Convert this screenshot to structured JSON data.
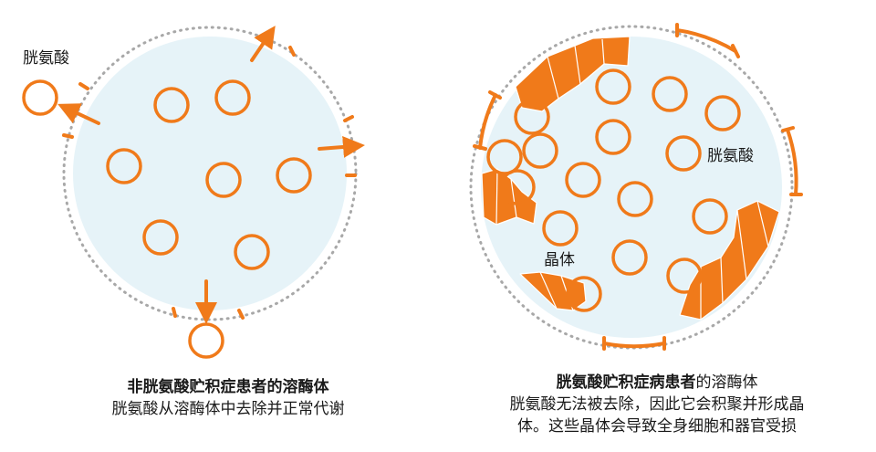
{
  "colors": {
    "orange": "#f07a1a",
    "lysosome_fill": "#e6f3f8",
    "membrane_dots": "#a8a8a8",
    "text": "#1a1a1a"
  },
  "left_panel": {
    "molecule_label": "胱氨酸",
    "caption_title": "非胱氨酸贮积症患者的溶酶体",
    "caption_body": "胱氨酸从溶酶体中去除并正常代谢"
  },
  "right_panel": {
    "molecule_label": "胱氨酸",
    "crystal_label": "晶体",
    "caption_title_bold": "胱氨酸贮积症病患者",
    "caption_title_normal": "的溶酶体",
    "caption_body_line1": "胱氨酸无法被去除，因此它会积聚并形成晶",
    "caption_body_line2": "体。这些晶体会导致全身细胞和器官受损"
  }
}
